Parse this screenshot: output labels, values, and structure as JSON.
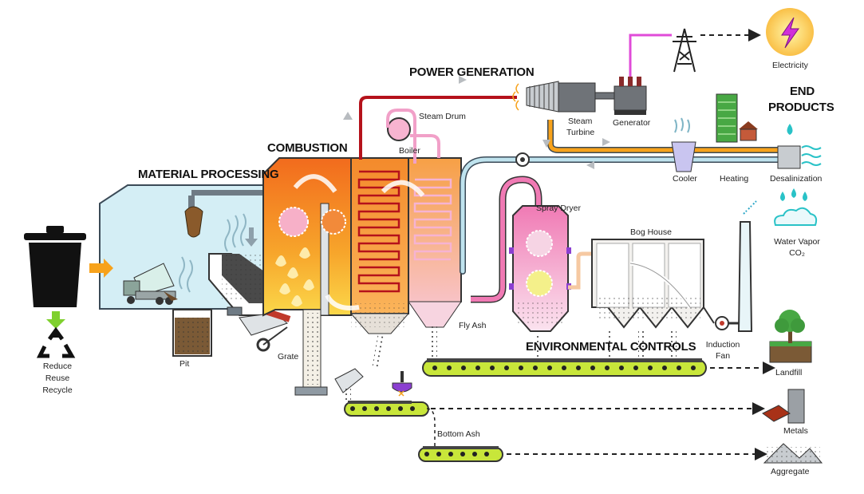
{
  "sections": {
    "material_processing": "MATERIAL PROCESSING",
    "combustion": "COMBUSTION",
    "power_generation": "POWER GENERATION",
    "environmental_controls": "ENVIRONMENTAL CONTROLS",
    "end_products": [
      "END",
      "PRODUCTS"
    ]
  },
  "labels": {
    "reduce_reuse_recycle": [
      "Reduce",
      "Reuse",
      "Recycle"
    ],
    "pit": "Pit",
    "grate": "Grate",
    "boiler": "Boiler",
    "steam_drum": "Steam Drum",
    "steam_turbine": [
      "Steam",
      "Turbine"
    ],
    "generator": "Generator",
    "electricity": "Electricity",
    "cooler": "Cooler",
    "heating": "Heating",
    "desalinization": "Desalinization",
    "water_vapor": [
      "Water Vapor",
      "CO₂"
    ],
    "spray_dryer": "Spray Dryer",
    "bag_house": "Bog House",
    "fly_ash": "Fly Ash",
    "induction_fan": [
      "Induction",
      "Fan"
    ],
    "landfill": "Landfill",
    "metals": "Metals",
    "bottom_ash": "Bottom Ash",
    "aggregate": "Aggregate"
  },
  "colors": {
    "steam_line": "#b5121b",
    "feed_line": "#f1a0c8",
    "cooling_line": "#bfe3ee",
    "electric_line": "#e04bd8",
    "furnace": "#f36b1c",
    "boiler": "#f8a142",
    "processing_bg": "#d4eef5",
    "conveyor": "#c8e63a",
    "arrow_orange": "#f7a21b",
    "arrow_green": "#7fd02e",
    "spray_dryer": "#f6b6d6",
    "magnet": "#8b3fd1"
  }
}
